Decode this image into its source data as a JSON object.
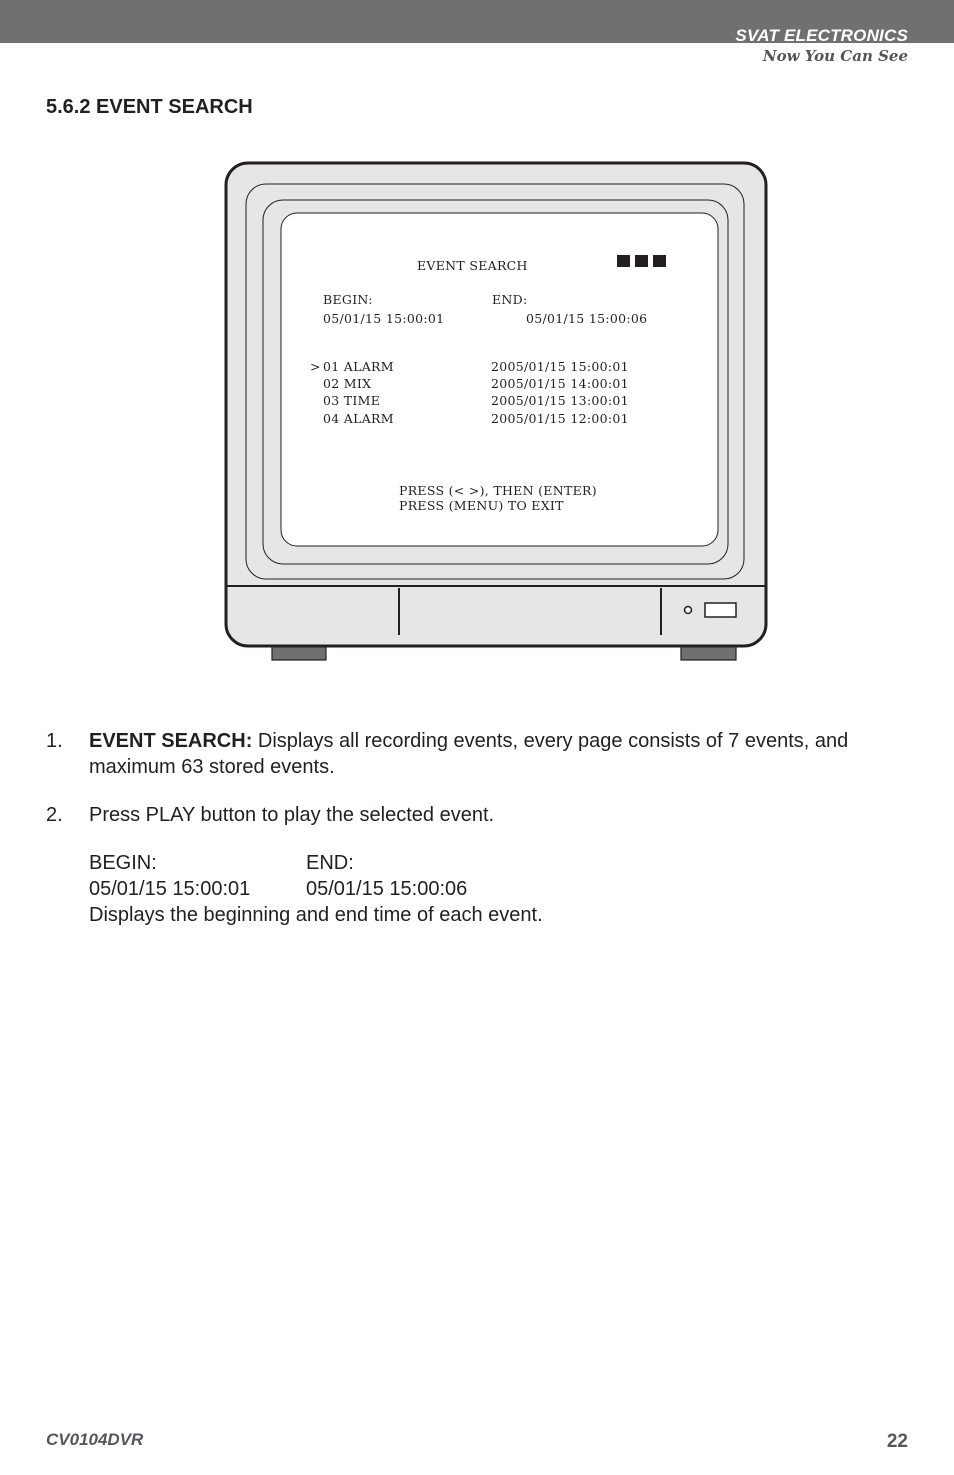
{
  "header": {
    "brand": "SVAT ELECTRONICS",
    "tagline": "Now You Can See"
  },
  "section_title": "5.6.2 EVENT SEARCH",
  "screen": {
    "title": "EVENT SEARCH",
    "begin_label": "BEGIN",
    "end_label": "END",
    "begin_value": "05/01/15 15:00:01",
    "end_value": "05/01/15 15:00:06",
    "cursor": ">",
    "events": [
      {
        "label": "01 ALARM",
        "time": "2005/01/15 15:00:01"
      },
      {
        "label": "02 MIX",
        "time": "2005/01/15 14:00:01"
      },
      {
        "label": "03 TIME",
        "time": "2005/01/15 13:00:01"
      },
      {
        "label": "04 ALARM",
        "time": "2005/01/15 12:00:01"
      }
    ],
    "instruction1": "PRESS (< >), THEN (ENTER)",
    "instruction2": "PRESS (MENU) TO EXIT"
  },
  "items": [
    {
      "num": "1.",
      "bold": "EVENT SEARCH:",
      "text": " Displays all recording events, every page consists of 7 events, and maximum 63 stored events."
    },
    {
      "num": "2.",
      "text": "Press PLAY button to play the selected event."
    }
  ],
  "detail": {
    "begin_label": "BEGIN:",
    "end_label": "END:",
    "begin_value": "05/01/15 15:00:01",
    "end_value": "05/01/15 15:00:06",
    "description": "Displays the beginning and end time of each event."
  },
  "footer": {
    "model": "CV0104DVR",
    "page": "22"
  }
}
